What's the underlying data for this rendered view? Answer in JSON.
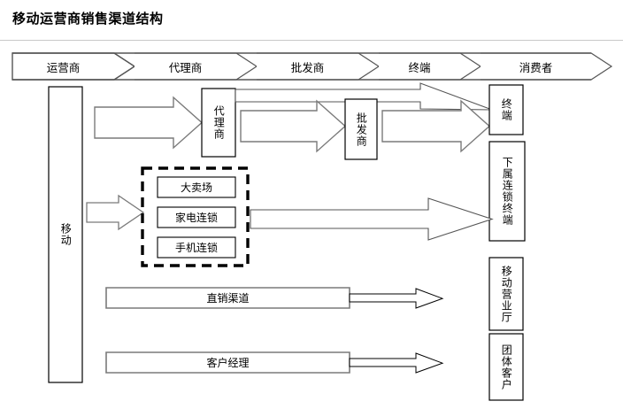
{
  "page": {
    "title": "移动运营商销售渠道结构"
  },
  "header_banner": {
    "name": "channel-stage-banner",
    "stages": [
      {
        "label": "运营商"
      },
      {
        "label": "代理商"
      },
      {
        "label": "批发商"
      },
      {
        "label": "终端"
      },
      {
        "label": "消费者"
      }
    ]
  },
  "diagram": {
    "source_box": {
      "label": "移动"
    },
    "nodes": [
      {
        "id": "agent",
        "label": "代理商"
      },
      {
        "id": "wholesaler",
        "label": "批发商"
      },
      {
        "id": "terminal",
        "label": "终端"
      },
      {
        "id": "chain_terminal",
        "label": "下属连锁终端"
      },
      {
        "id": "mobile_hall",
        "label": "移动营业厅"
      },
      {
        "id": "group_customer",
        "label": "团体客户"
      }
    ],
    "retail_group": {
      "name": "retail-chain-group",
      "items": [
        {
          "label": "大卖场"
        },
        {
          "label": "家电连锁"
        },
        {
          "label": "手机连锁"
        }
      ]
    },
    "direct_channels": [
      {
        "id": "direct-sales",
        "label": "直销渠道"
      },
      {
        "id": "account-manager",
        "label": "客户经理"
      }
    ]
  },
  "colors": {
    "stroke": "#000000",
    "arrow_gray": "#7a7a7a",
    "rule": "#c9c9c9",
    "background": "#ffffff"
  }
}
